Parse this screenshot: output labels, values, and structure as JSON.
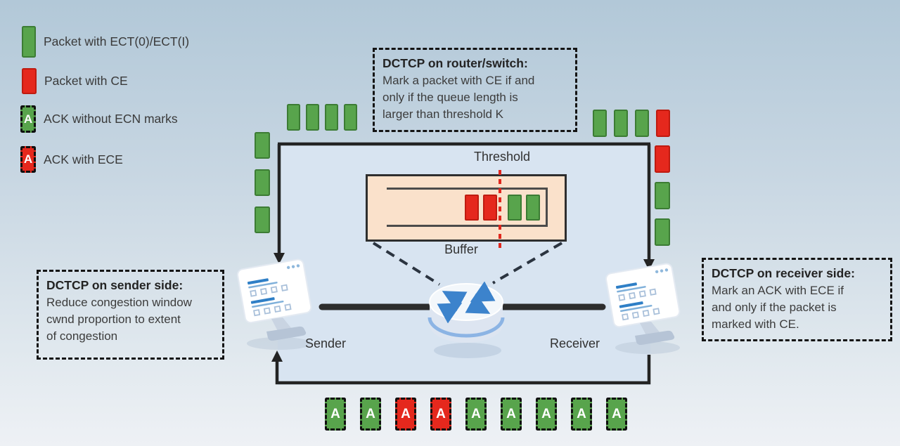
{
  "legend": {
    "items": [
      {
        "type": "ect",
        "label": "Packet with ECT(0)/ECT(I)"
      },
      {
        "type": "ce",
        "label": "Packet with CE"
      },
      {
        "type": "ack-ok",
        "label": "ACK without ECN marks",
        "letter": "A"
      },
      {
        "type": "ack-ece",
        "label": "ACK with ECE",
        "letter": "A"
      }
    ]
  },
  "callouts": {
    "router": {
      "title": "DCTCP on router/switch:",
      "body": "Mark a packet with CE if and\nonly if the queue length is\nlarger than threshold K"
    },
    "sender": {
      "title": "DCTCP on sender side:",
      "body": "Reduce congestion window\ncwnd proportion to extent\nof congestion"
    },
    "receiver": {
      "title": "DCTCP on receiver side:",
      "body": "Mark an ACK with ECE if\nand only if the packet is\nmarked with CE."
    }
  },
  "labels": {
    "threshold": "Threshold",
    "buffer": "Buffer",
    "sender": "Sender",
    "receiver": "Receiver"
  },
  "ack_letter": "A",
  "packets": {
    "sender_outgoing_top": [
      "ect",
      "ect",
      "ect",
      "ect"
    ],
    "sender_outgoing_left": [
      "ect",
      "ect",
      "ect"
    ],
    "receiver_incoming_top": [
      "ect",
      "ect",
      "ect",
      "ce"
    ],
    "receiver_incoming_right": [
      "ce",
      "ect",
      "ect"
    ],
    "queue": [
      "ce",
      "ce",
      "ect",
      "ect"
    ],
    "acks": [
      "ack-ok",
      "ack-ok",
      "ack-ece",
      "ack-ece",
      "ack-ok",
      "ack-ok",
      "ack-ok",
      "ack-ok",
      "ack-ok"
    ]
  },
  "colors": {
    "ect_green": "#58a44c",
    "ect_border": "#3c7c34",
    "ce_red": "#e5281d",
    "ce_border": "#bf1b10",
    "box_fill": "#d8e4f1",
    "buffer_fill": "#fae1cb",
    "threshold_red": "#e0281e",
    "line_dark": "#232323",
    "router_blue": "#3c83cc",
    "background_top": "#b2c8d8",
    "background_bottom": "#eef1f5"
  }
}
